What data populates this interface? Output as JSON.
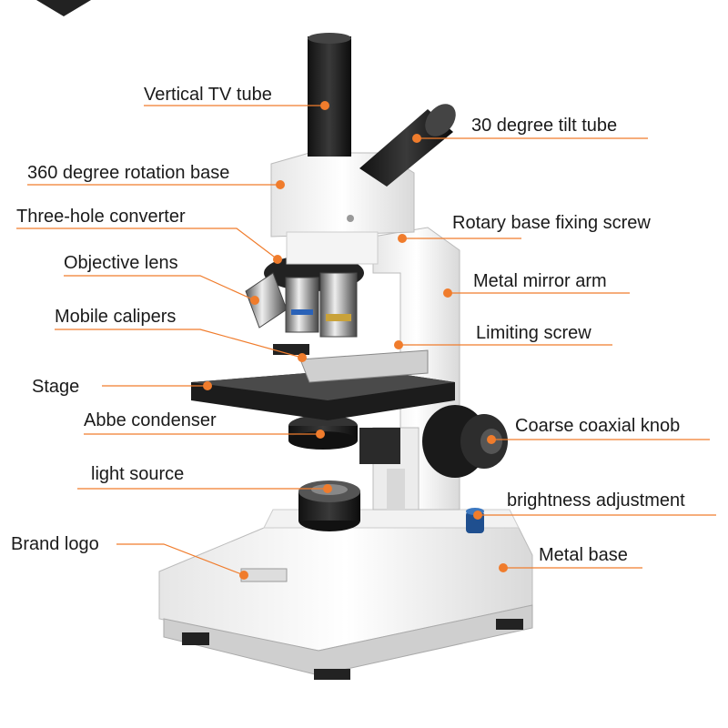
{
  "diagram": {
    "accent_color": "#f07c2c",
    "labels": [
      {
        "id": "vertical-tv-tube",
        "text": "Vertical TV tube"
      },
      {
        "id": "tilt-tube",
        "text": "30 degree tilt tube"
      },
      {
        "id": "rotation-base",
        "text": "360 degree rotation base"
      },
      {
        "id": "three-hole-converter",
        "text": "Three-hole converter"
      },
      {
        "id": "rotary-base-fixing-screw",
        "text": "Rotary base fixing screw"
      },
      {
        "id": "objective-lens",
        "text": "Objective lens"
      },
      {
        "id": "metal-mirror-arm",
        "text": "Metal mirror arm"
      },
      {
        "id": "mobile-calipers",
        "text": "Mobile calipers"
      },
      {
        "id": "limiting-screw",
        "text": "Limiting screw"
      },
      {
        "id": "stage",
        "text": "Stage"
      },
      {
        "id": "abbe-condenser",
        "text": "Abbe condenser"
      },
      {
        "id": "coarse-coaxial-knob",
        "text": "Coarse coaxial knob"
      },
      {
        "id": "light-source",
        "text": "light source"
      },
      {
        "id": "brightness-adjustment",
        "text": "brightness adjustment"
      },
      {
        "id": "brand-logo",
        "text": "Brand logo"
      },
      {
        "id": "metal-base",
        "text": "Metal base"
      }
    ]
  }
}
